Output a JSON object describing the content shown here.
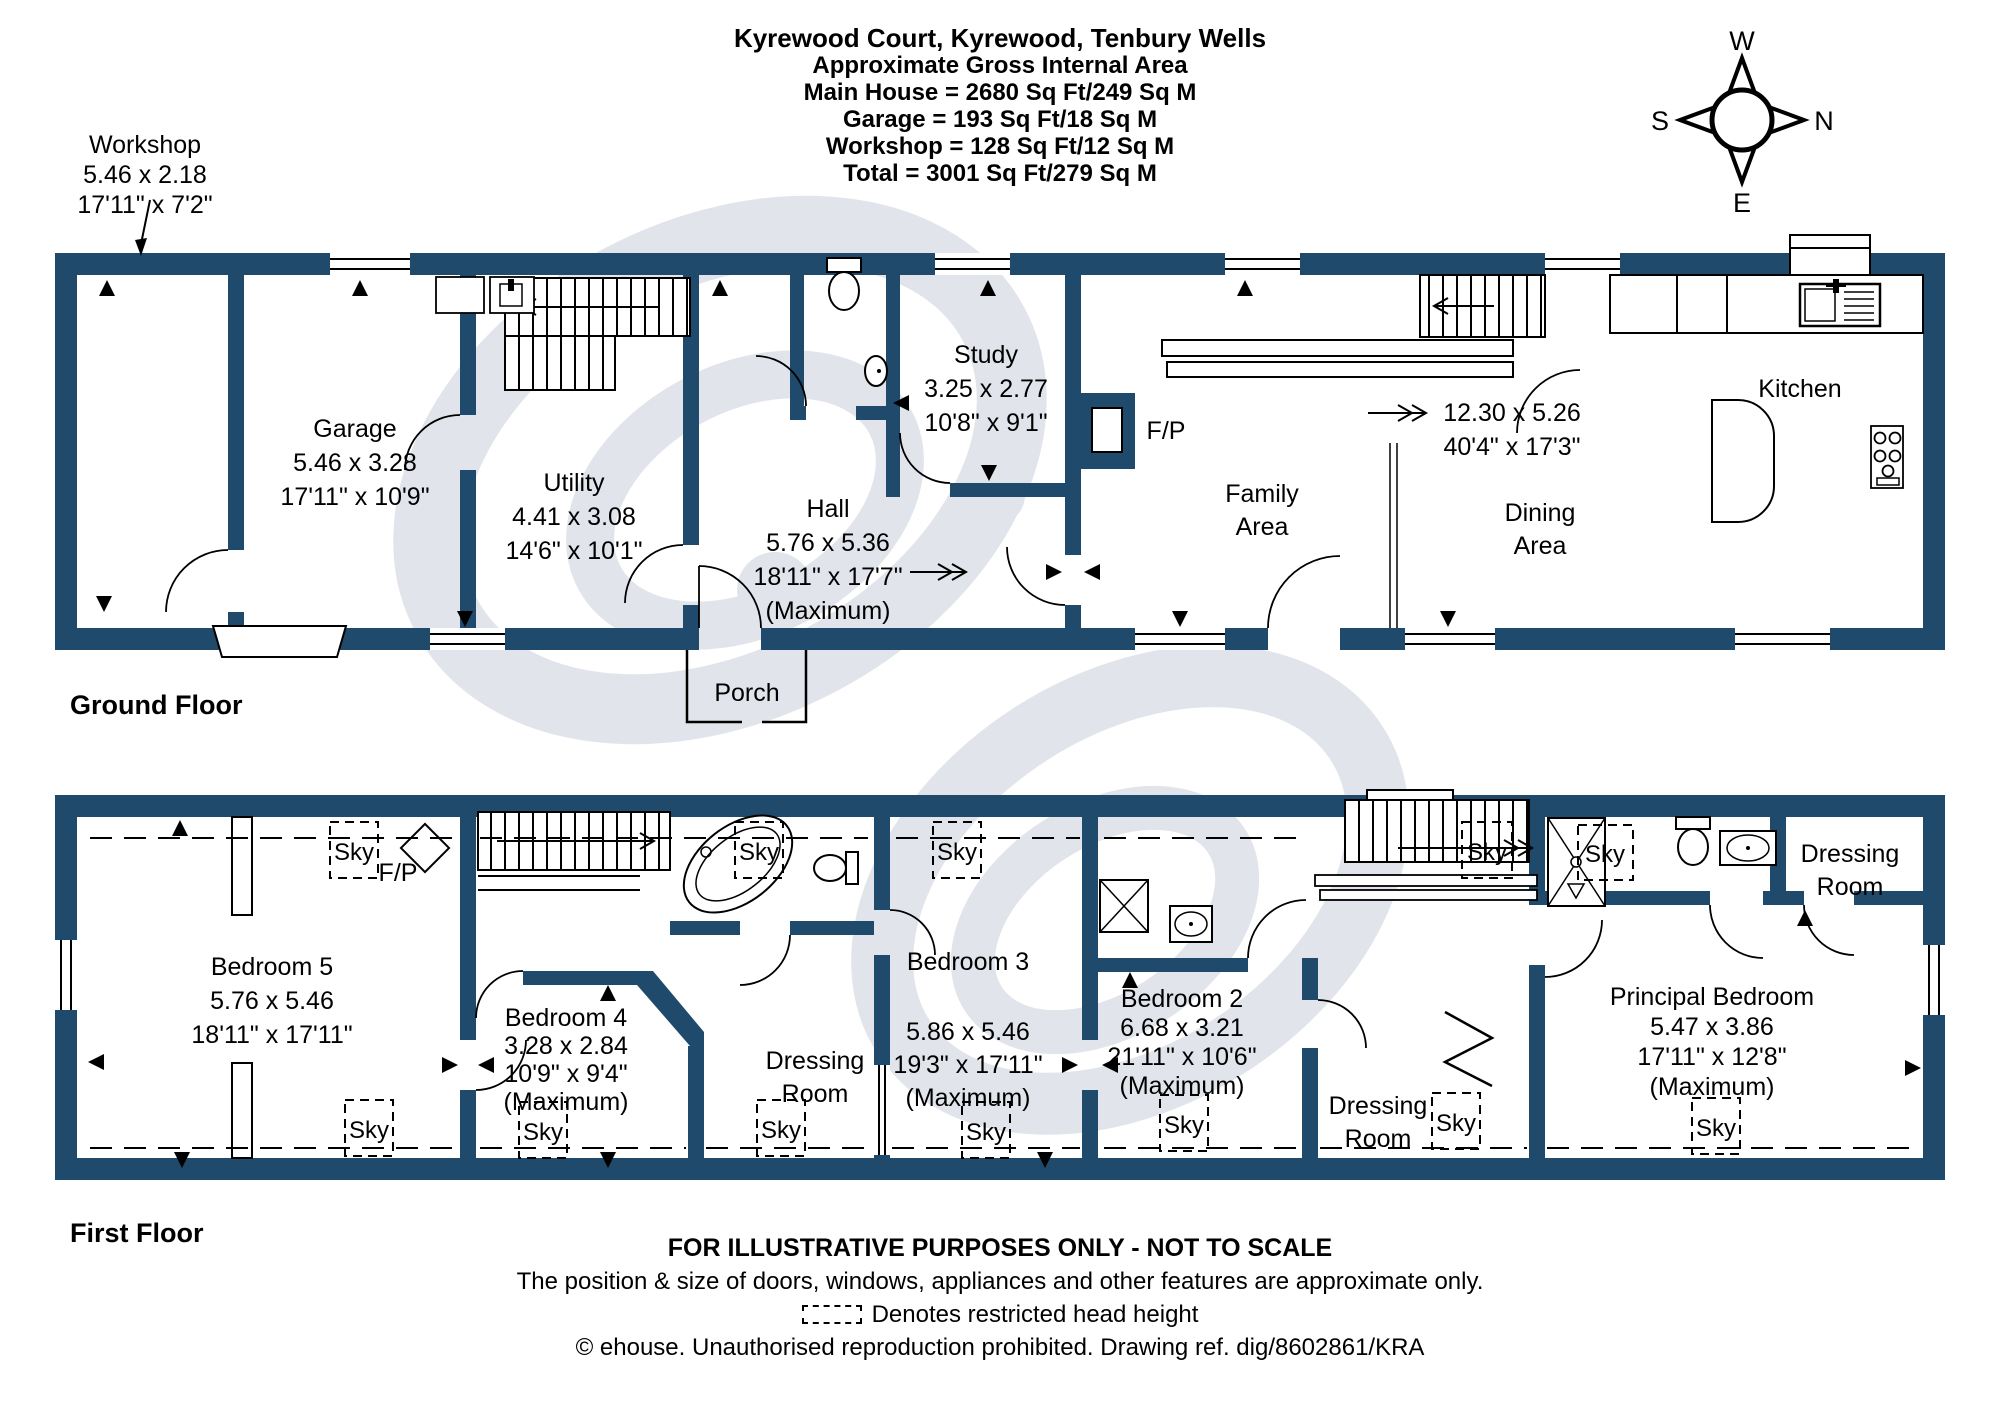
{
  "colors": {
    "wall": "#1f4a6b",
    "watermark": "#cdd4de"
  },
  "title_block": {
    "line1": "Kyrewood Court, Kyrewood, Tenbury Wells",
    "line2": "Approximate Gross Internal Area",
    "line3": "Main House = 2680 Sq Ft/249 Sq M",
    "line4": "Garage = 193 Sq Ft/18 Sq M",
    "line5": "Workshop = 128 Sq Ft/12 Sq M",
    "line6": "Total = 3001 Sq Ft/279 Sq M"
  },
  "compass": {
    "north": "N",
    "east": "E",
    "south": "S",
    "west": "W"
  },
  "ground_floor": {
    "floor_label": "Ground Floor",
    "fireplace_label": "F/P",
    "rooms": {
      "workshop": {
        "name": "Workshop",
        "metric": "5.46 x 2.18",
        "imperial": "17'11\" x 7'2\""
      },
      "garage": {
        "name": "Garage",
        "metric": "5.46 x 3.28",
        "imperial": "17'11\" x 10'9\""
      },
      "utility": {
        "name": "Utility",
        "metric": "4.41 x 3.08",
        "imperial": "14'6\" x 10'1\""
      },
      "hall": {
        "name": "Hall",
        "metric": "5.76 x 5.36",
        "imperial": "18'11\" x 17'7\"",
        "qualifier": "(Maximum)"
      },
      "study": {
        "name": "Study",
        "metric": "3.25 x 2.77",
        "imperial": "10'8\" x 9'1\""
      },
      "family_area": {
        "name": "Family Area"
      },
      "dining_area": {
        "name": "Dining Area"
      },
      "kitchen": {
        "name": "Kitchen"
      },
      "porch": {
        "name": "Porch"
      },
      "open_plan": {
        "metric": "12.30 x 5.26",
        "imperial": "40'4\" x 17'3\""
      }
    }
  },
  "first_floor": {
    "floor_label": "First Floor",
    "fireplace_label": "F/P",
    "sky_label": "Sky",
    "rooms": {
      "bedroom5": {
        "name": "Bedroom 5",
        "metric": "5.76 x 5.46",
        "imperial": "18'11\" x 17'11\""
      },
      "bedroom4": {
        "name": "Bedroom 4",
        "metric": "3.28 x 2.84",
        "imperial": "10'9\" x 9'4\"",
        "qualifier": "(Maximum)"
      },
      "dressing_room_1": {
        "name": "Dressing Room"
      },
      "bedroom3": {
        "name": "Bedroom 3",
        "metric": "5.86 x 5.46",
        "imperial": "19'3\" x 17'11\"",
        "qualifier": "(Maximum)"
      },
      "bedroom2": {
        "name": "Bedroom 2",
        "metric": "6.68 x 3.21",
        "imperial": "21'11\" x 10'6\"",
        "qualifier": "(Maximum)"
      },
      "dressing_room_2": {
        "name": "Dressing Room"
      },
      "principal_bedroom": {
        "name": "Principal Bedroom",
        "metric": "5.47 x 3.86",
        "imperial": "17'11\" x 12'8\"",
        "qualifier": "(Maximum)"
      },
      "dressing_room_3": {
        "name": "Dressing Room"
      }
    }
  },
  "footer": {
    "line1": "FOR ILLUSTRATIVE PURPOSES ONLY - NOT TO SCALE",
    "line2": "The position & size of doors, windows, appliances and other features are approximate only.",
    "line3": "Denotes restricted head height",
    "line4": "© ehouse. Unauthorised reproduction prohibited. Drawing ref. dig/8602861/KRA"
  }
}
